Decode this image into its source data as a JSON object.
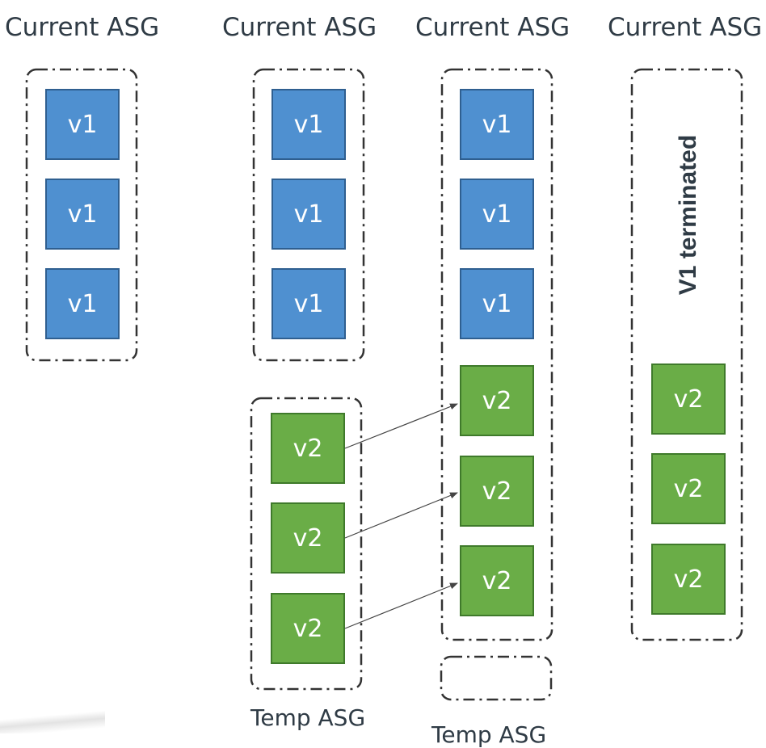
{
  "titles": [
    "Current ASG",
    "Current ASG",
    "Current ASG",
    "Current ASG"
  ],
  "box_labels": {
    "v1": "v1",
    "v2": "v2"
  },
  "terminated_label": "V1 terminated",
  "temp_label": "Temp ASG",
  "temp_label_partial": "Temp ASG",
  "colors": {
    "v1_fill": "#4f90d0",
    "v1_border": "#2f5f90",
    "v2_fill": "#6aad47",
    "v2_border": "#3f7a2b",
    "text": "#2f3b45",
    "group_border": "#333333"
  }
}
